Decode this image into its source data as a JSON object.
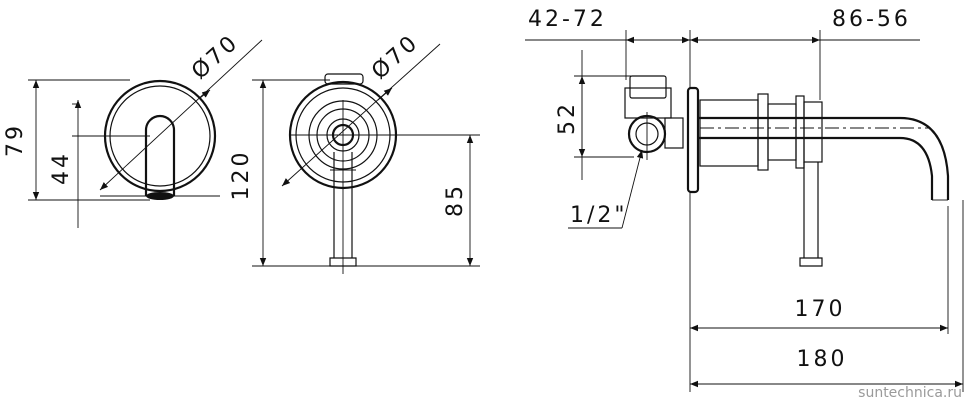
{
  "dimensions": {
    "diam_left": "Ø70",
    "diam_mid": "Ø70",
    "h79": "79",
    "h44": "44",
    "h120": "120",
    "h85": "85",
    "w42_72": "42-72",
    "w86_56": "86-56",
    "h52": "52",
    "thread": "1/2\"",
    "len170": "170",
    "len180": "180"
  },
  "watermark": "suntechnica.ru",
  "colors": {
    "line": "#111111",
    "watermark": "#9a9a9a"
  }
}
